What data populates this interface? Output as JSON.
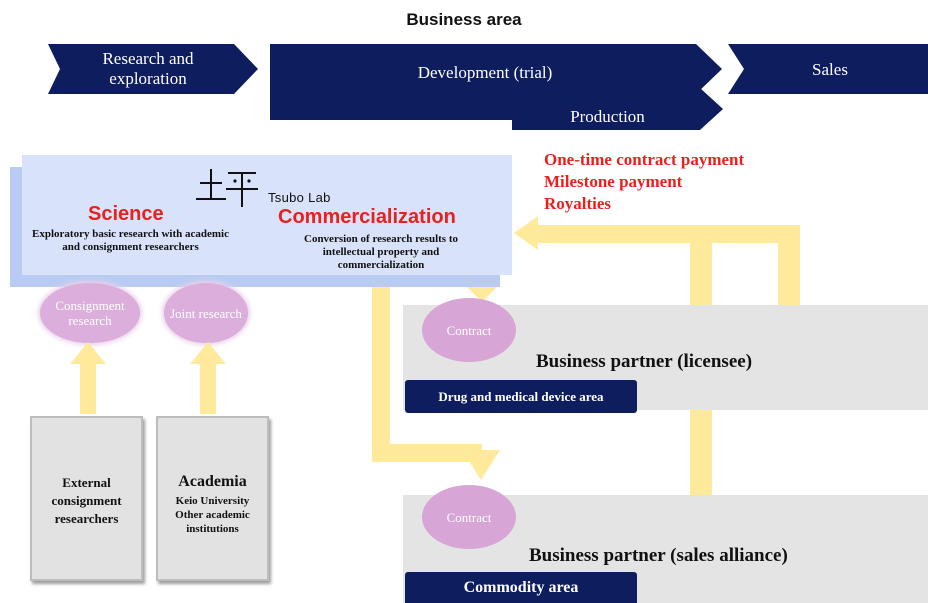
{
  "header": {
    "title": "Business area"
  },
  "phases": {
    "research": "Research and exploration",
    "development": "Development (trial)",
    "production": "Production",
    "sales": "Sales"
  },
  "lab": {
    "logo_text": "Tsubo Lab",
    "science_title": "Science",
    "science_desc": "Exploratory basic research with academic and consignment researchers",
    "commercialization_title": "Commercialization",
    "commercialization_desc": "Conversion of research results to intellectual property and commercialization"
  },
  "payments": {
    "line1": "One-time contract payment",
    "line2": "Milestone payment",
    "line3": "Royalties"
  },
  "ovals": {
    "consignment": "Consignment research",
    "joint": "Joint research",
    "contract_licensee": "Contract",
    "contract_sales": "Contract"
  },
  "researchers": {
    "external": "External consignment researchers",
    "academia_title": "Academia",
    "academia_line1": "Keio University",
    "academia_line2": "Other academic institutions"
  },
  "partners": {
    "licensee_title": "Business partner (licensee)",
    "licensee_area": "Drug and medical device area",
    "sales_title": "Business partner (sales alliance)",
    "sales_area": "Commodity area"
  },
  "colors": {
    "navy": "#0d1d5e",
    "red": "#e8211d",
    "yellow": "#ffe99a",
    "lavender": "#d9e2fb",
    "pink": "#d7a5d6",
    "gray": "#e2e2e2"
  }
}
